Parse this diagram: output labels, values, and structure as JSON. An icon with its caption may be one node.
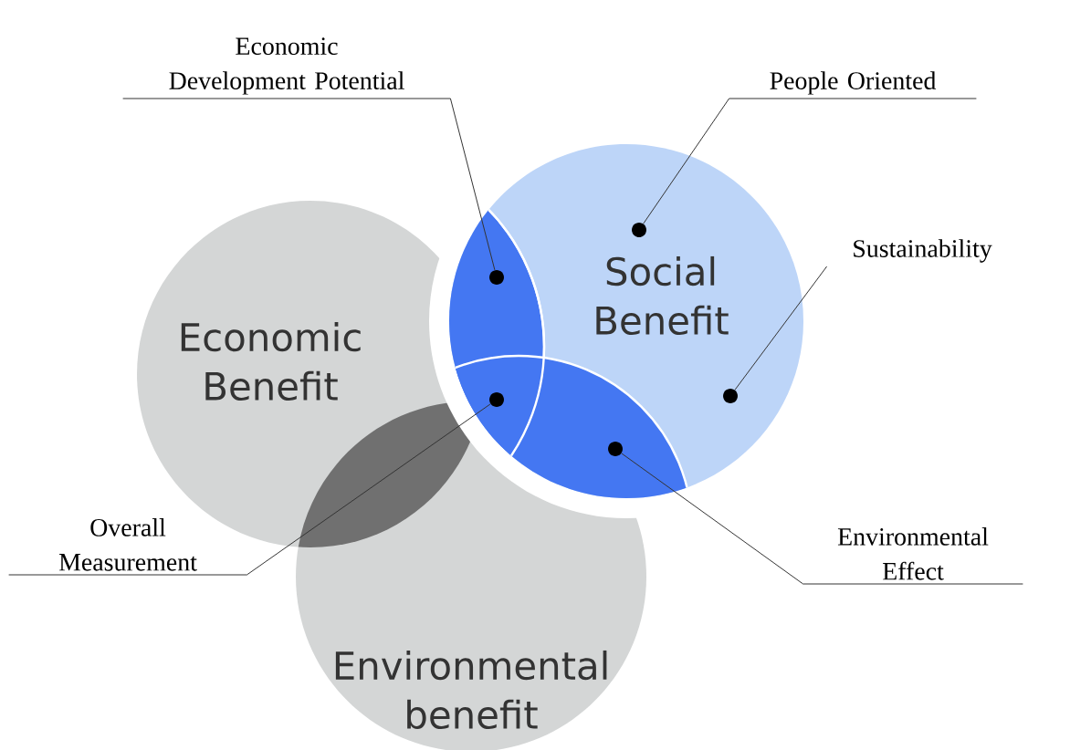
{
  "diagram": {
    "nodes": [
      {
        "text": [
          "Economic Benefit"
        ]
      },
      {
        "text": [
          "Social Benefit"
        ]
      },
      {
        "text": [
          "Environmental benefit"
        ]
      },
      {
        "text": [
          "Economic Development Potential"
        ]
      },
      {
        "text": [
          "People Oriented"
        ]
      },
      {
        "text": [
          "Sustainability"
        ]
      },
      {
        "text": [
          "Environmental Effect"
        ]
      },
      {
        "text": [
          "Overall Measurement"
        ]
      },
      {
        "text": [],
        "shape": "circle",
        "in": 1
      },
      {
        "text": [],
        "shape": "circle",
        "in": 1
      },
      {
        "text": [],
        "shape": "circle",
        "in": 1
      },
      {
        "text": [],
        "shape": "circle",
        "in": 1
      },
      {
        "text": [],
        "shape": "circle",
        "in": 1
      }
    ],
    "edges": [
      {
        "from": 3,
        "to": 8,
        "arrow": "none"
      },
      {
        "from": 4,
        "to": 11,
        "arrow": "none"
      },
      {
        "from": 5,
        "to": 12,
        "arrow": "none"
      },
      {
        "from": 6,
        "to": 10,
        "arrow": "none"
      },
      {
        "from": 7,
        "to": 9,
        "arrow": "none"
      }
    ]
  }
}
